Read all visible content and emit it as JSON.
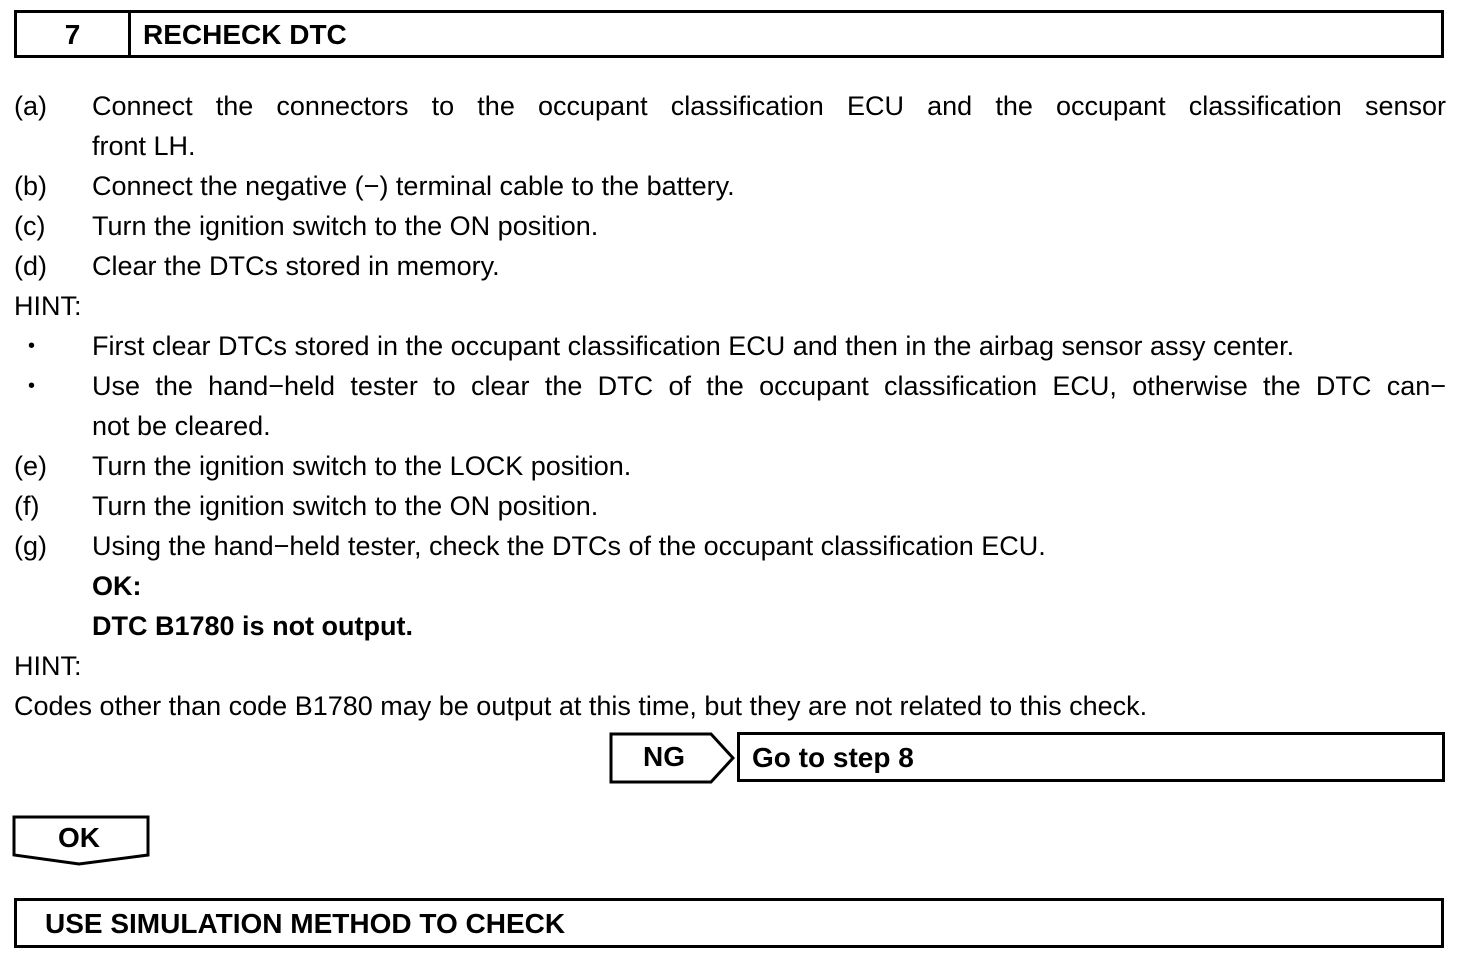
{
  "step": {
    "number": "7",
    "title": "RECHECK DTC"
  },
  "procedure": [
    {
      "marker": "(a)",
      "lines": [
        "Connect the connectors to the occupant classification ECU and the occupant classification sensor",
        "front LH."
      ]
    },
    {
      "marker": "(b)",
      "lines": [
        "Connect the negative (−) terminal cable to the battery."
      ]
    },
    {
      "marker": "(c)",
      "lines": [
        "Turn the ignition switch to the ON position."
      ]
    },
    {
      "marker": "(d)",
      "lines": [
        "Clear the DTCs stored in memory."
      ]
    }
  ],
  "hint1": {
    "label": "HINT:",
    "bullets": [
      {
        "symbol": "•",
        "lines": [
          "First clear DTCs stored in the occupant classification ECU and then in the airbag sensor assy center."
        ]
      },
      {
        "symbol": "•",
        "lines": [
          "Use the hand−held tester to clear the DTC of the occupant classification ECU, otherwise the DTC can−",
          "not be cleared."
        ]
      }
    ]
  },
  "procedure2": [
    {
      "marker": "(e)",
      "lines": [
        "Turn the ignition switch to the LOCK position."
      ]
    },
    {
      "marker": "(f)",
      "lines": [
        "Turn the ignition switch to the ON position."
      ]
    },
    {
      "marker": "(g)",
      "lines": [
        "Using the hand−held tester, check the DTCs of the occupant classification ECU."
      ]
    }
  ],
  "ok_criteria": {
    "label": "OK:",
    "text": "DTC B1780 is not output."
  },
  "hint2": {
    "label": "HINT:",
    "text": "Codes other than code B1780 may be output at this time, but they are not related to this check."
  },
  "ng": {
    "label": "NG",
    "action": "Go to step 8"
  },
  "ok": {
    "label": "OK"
  },
  "result": {
    "text": "USE SIMULATION METHOD TO CHECK"
  }
}
